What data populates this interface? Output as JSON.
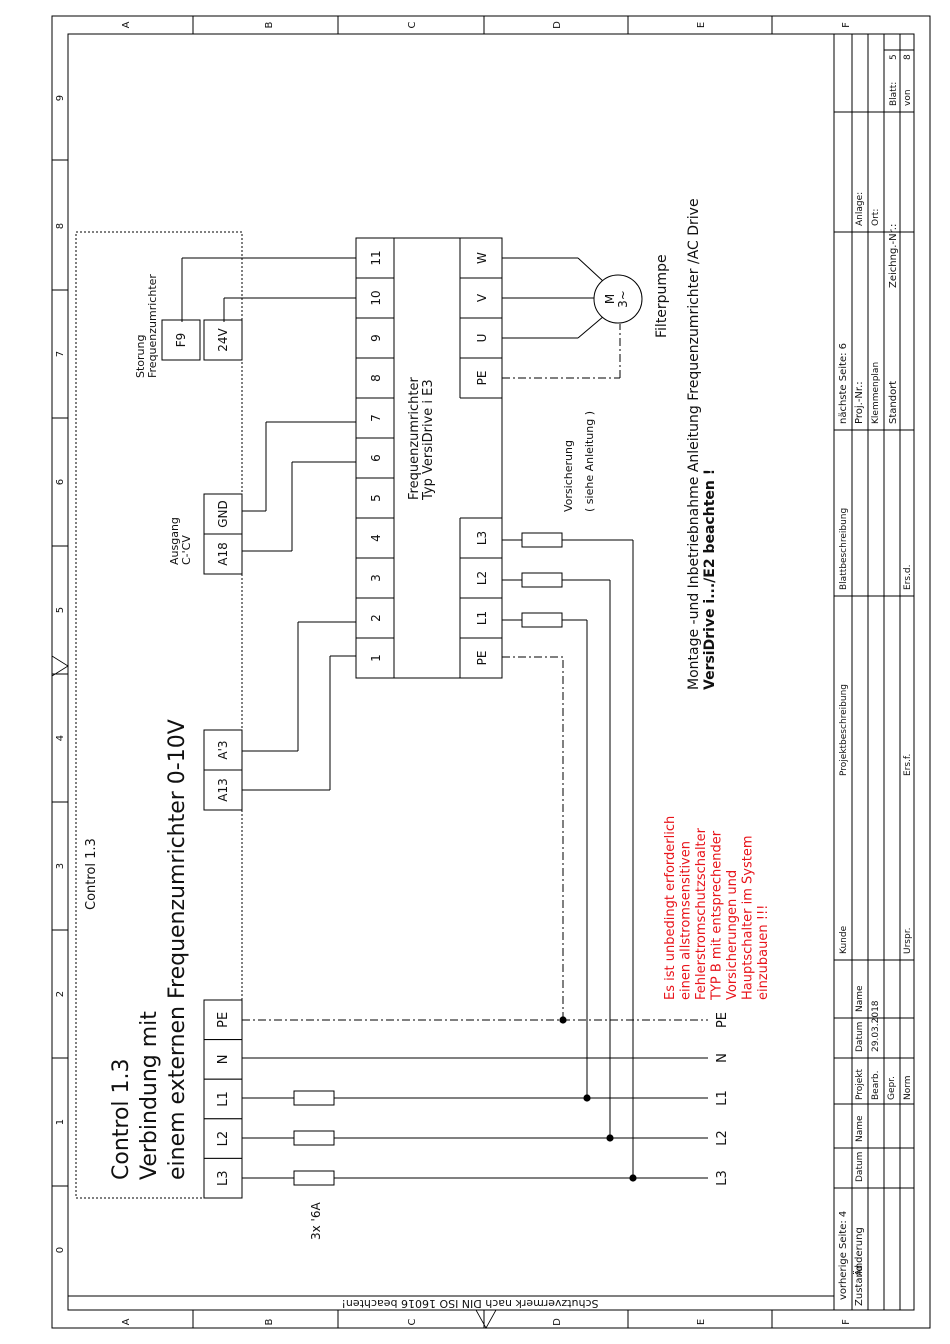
{
  "diagram": {
    "title": [
      "Control 1.3",
      "Verbindung mit",
      "einem externen Frequenzumrichter 0-10V"
    ],
    "control_box_label": "Control 1.3",
    "column_letters": [
      "A",
      "B",
      "C",
      "D",
      "E",
      "F"
    ],
    "row_numbers": [
      "0",
      "1",
      "2",
      "3",
      "4",
      "5",
      "6",
      "7",
      "8",
      "9"
    ],
    "controller_terminals_bottom": [
      "L3",
      "L2",
      "L1",
      "N",
      "PE"
    ],
    "controller_terminals_analog": [
      "A13",
      "A'3"
    ],
    "controller_terminals_output": [
      "A18",
      "GND"
    ],
    "controller_terminals_fault": [
      "24V",
      "F9"
    ],
    "ausgang_label": [
      "Ausgang",
      "C-'CV"
    ],
    "stoerung_label": [
      "Storung",
      "Frequenzumrichter"
    ],
    "fuse_label": "3x '6A",
    "line_labels": [
      "L3",
      "L2",
      "L1",
      "N",
      "PE"
    ],
    "vfd_label": [
      "Frequenzumrichter",
      "Typ VersiDrive i E3"
    ],
    "vfd_control_terminals": [
      "1",
      "2",
      "3",
      "4",
      "5",
      "6",
      "7",
      "8",
      "9",
      "10",
      "11"
    ],
    "vfd_power_in": [
      "PE",
      "L1",
      "L2",
      "L3"
    ],
    "vfd_power_out": [
      "PE",
      "U",
      "V",
      "W"
    ],
    "vorsicherung_label": [
      "Vorsicherung",
      "( siehe Anleitung )"
    ],
    "motor_label": [
      "M",
      "3~"
    ],
    "filterpumpe_label": "Filterpumpe",
    "montage_note": [
      "Montage -und Inbetriebnahme Anleitung Frequenzumrichter /AC Drive",
      "VersiDrive i.../E2 beachten !"
    ],
    "warning_note": [
      "Es ist unbedingt erforderlich",
      "einen allstromsensitiven",
      "Fehlerstromschutzschalter",
      "TYP B mit entsprechender",
      "Vorsicherungen und",
      "Hauptschalter im System",
      "einzubauen !!!"
    ],
    "warning_color": "#e8141b",
    "bottom_strip": "Schutzvermerk nach DIN ISO 16016 beachten!"
  },
  "title_block": {
    "vorherige_seite": "vorherige Seite:  4",
    "zustand": "Zustand",
    "aenderung": "Änderung",
    "datum_col": "Datum",
    "name_col": "Name",
    "projekt": "Projekt",
    "datum": "Datum",
    "name": "Name",
    "bearb": "Bearb.",
    "bearb_datum": "29.03.2018",
    "gepr": "Gepr.",
    "norm": "Norm",
    "ursprung": "Urspr.",
    "kunde": "Kunde",
    "projektbeschreibung": "Projektbeschreibung",
    "ersf": "Ers.f.",
    "blattbeschreibung": "Blattbeschreibung",
    "ersd": "Ers.d.",
    "naechste_seite": "nächste Seite:  6",
    "proj_nr": "Proj.-Nr.:",
    "klemmenplan": "Klemmenplan",
    "standort": "Standort",
    "zeichn_nr": "Zeichng.-Nr.:",
    "anlage": "Anlage:",
    "ort": "Ort:",
    "blatt": "Blatt:",
    "blatt_nr": "5",
    "von": "von",
    "von_nr": "8"
  }
}
